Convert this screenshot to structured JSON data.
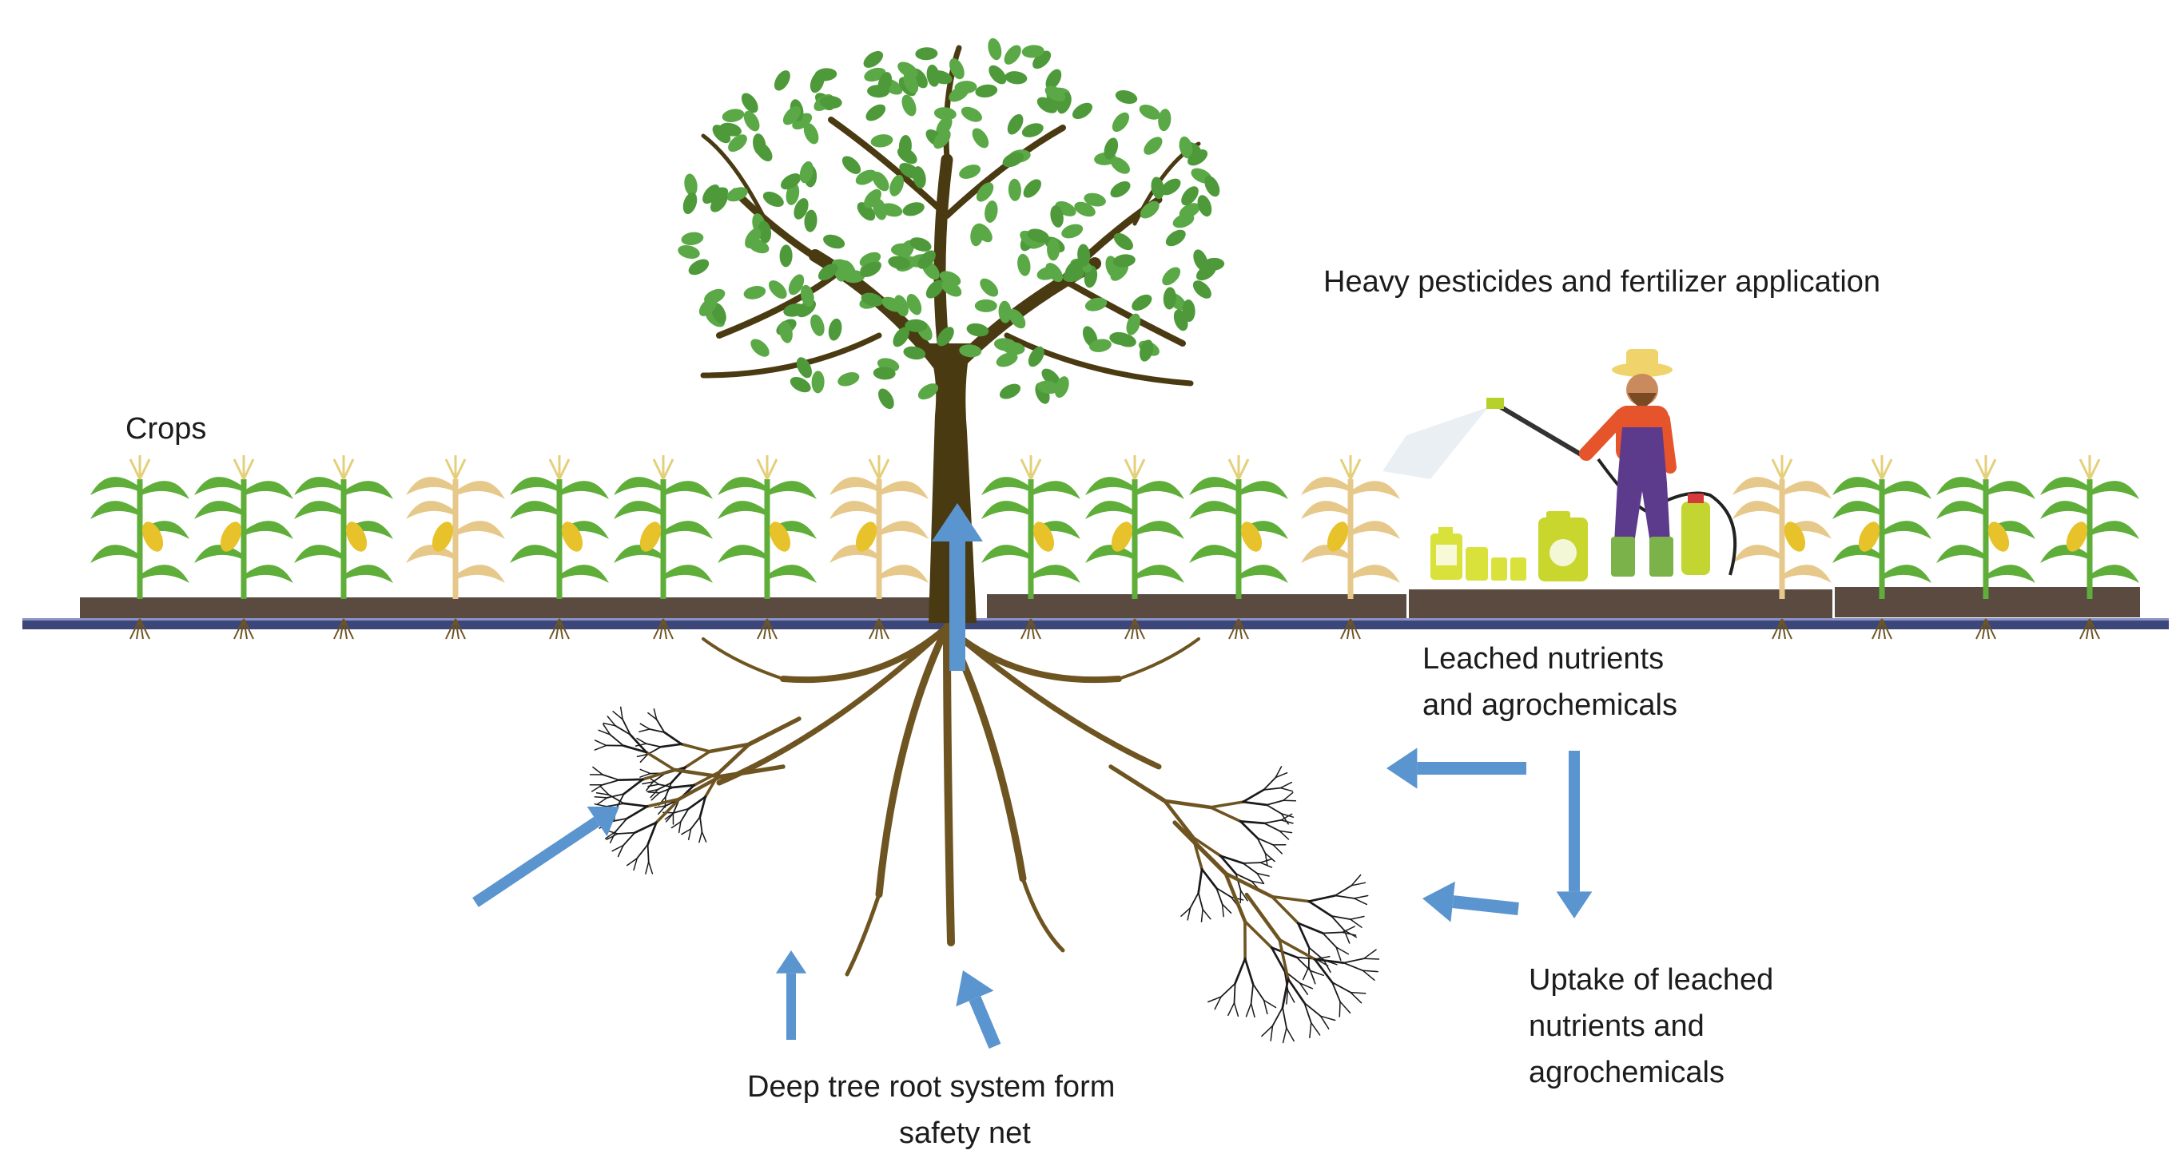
{
  "labels": {
    "crops": "Crops",
    "heavy_application": "Heavy pesticides and fertilizer application",
    "leached": [
      "Leached nutrients",
      "and agrochemicals"
    ],
    "uptake": [
      "Uptake of leached",
      "nutrients and",
      "agrochemicals"
    ],
    "safety_net": [
      "Deep tree  root system form",
      "safety net"
    ]
  },
  "colors": {
    "leaf_green": "#4e9a3a",
    "trunk_brown": "#4a3a12",
    "root_brown": "#6e5420",
    "fine_root_black": "#1a1a1a",
    "arrow_blue": "#5b95cf",
    "ground_line": "#3d4678",
    "soil_strip": "#5a4a40",
    "crop_green": "#5fae3a",
    "crop_dry": "#e6c98a",
    "corn_yellow": "#e8c22a"
  },
  "icons": {
    "tree": "tree-illustration",
    "farmer": "farmer-spraying-icon",
    "containers": "agrochemical-containers-icon",
    "arrows": "flow-arrow-icon"
  }
}
